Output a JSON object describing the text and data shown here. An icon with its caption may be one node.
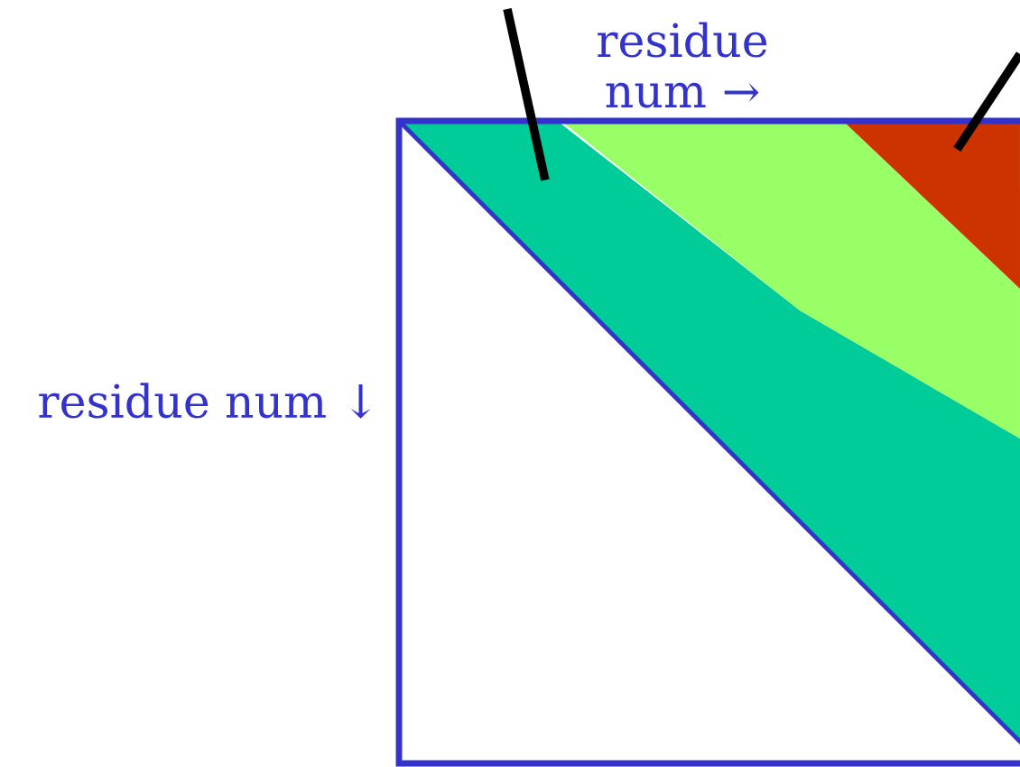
{
  "diagram": {
    "nodes": [
      {
        "text": [],
        "shape": "box"
      },
      {
        "text": [],
        "shape": "band",
        "in": 0
      },
      {
        "text": [],
        "shape": "band",
        "in": 0
      },
      {
        "text": [],
        "shape": "triangle",
        "in": 0
      }
    ],
    "edges": [
      {
        "from": null,
        "to": 1,
        "arrow": "none"
      },
      {
        "from": null,
        "to": 3,
        "arrow": "none"
      }
    ],
    "labels": [
      "residue num →",
      "residue num ↓"
    ]
  }
}
